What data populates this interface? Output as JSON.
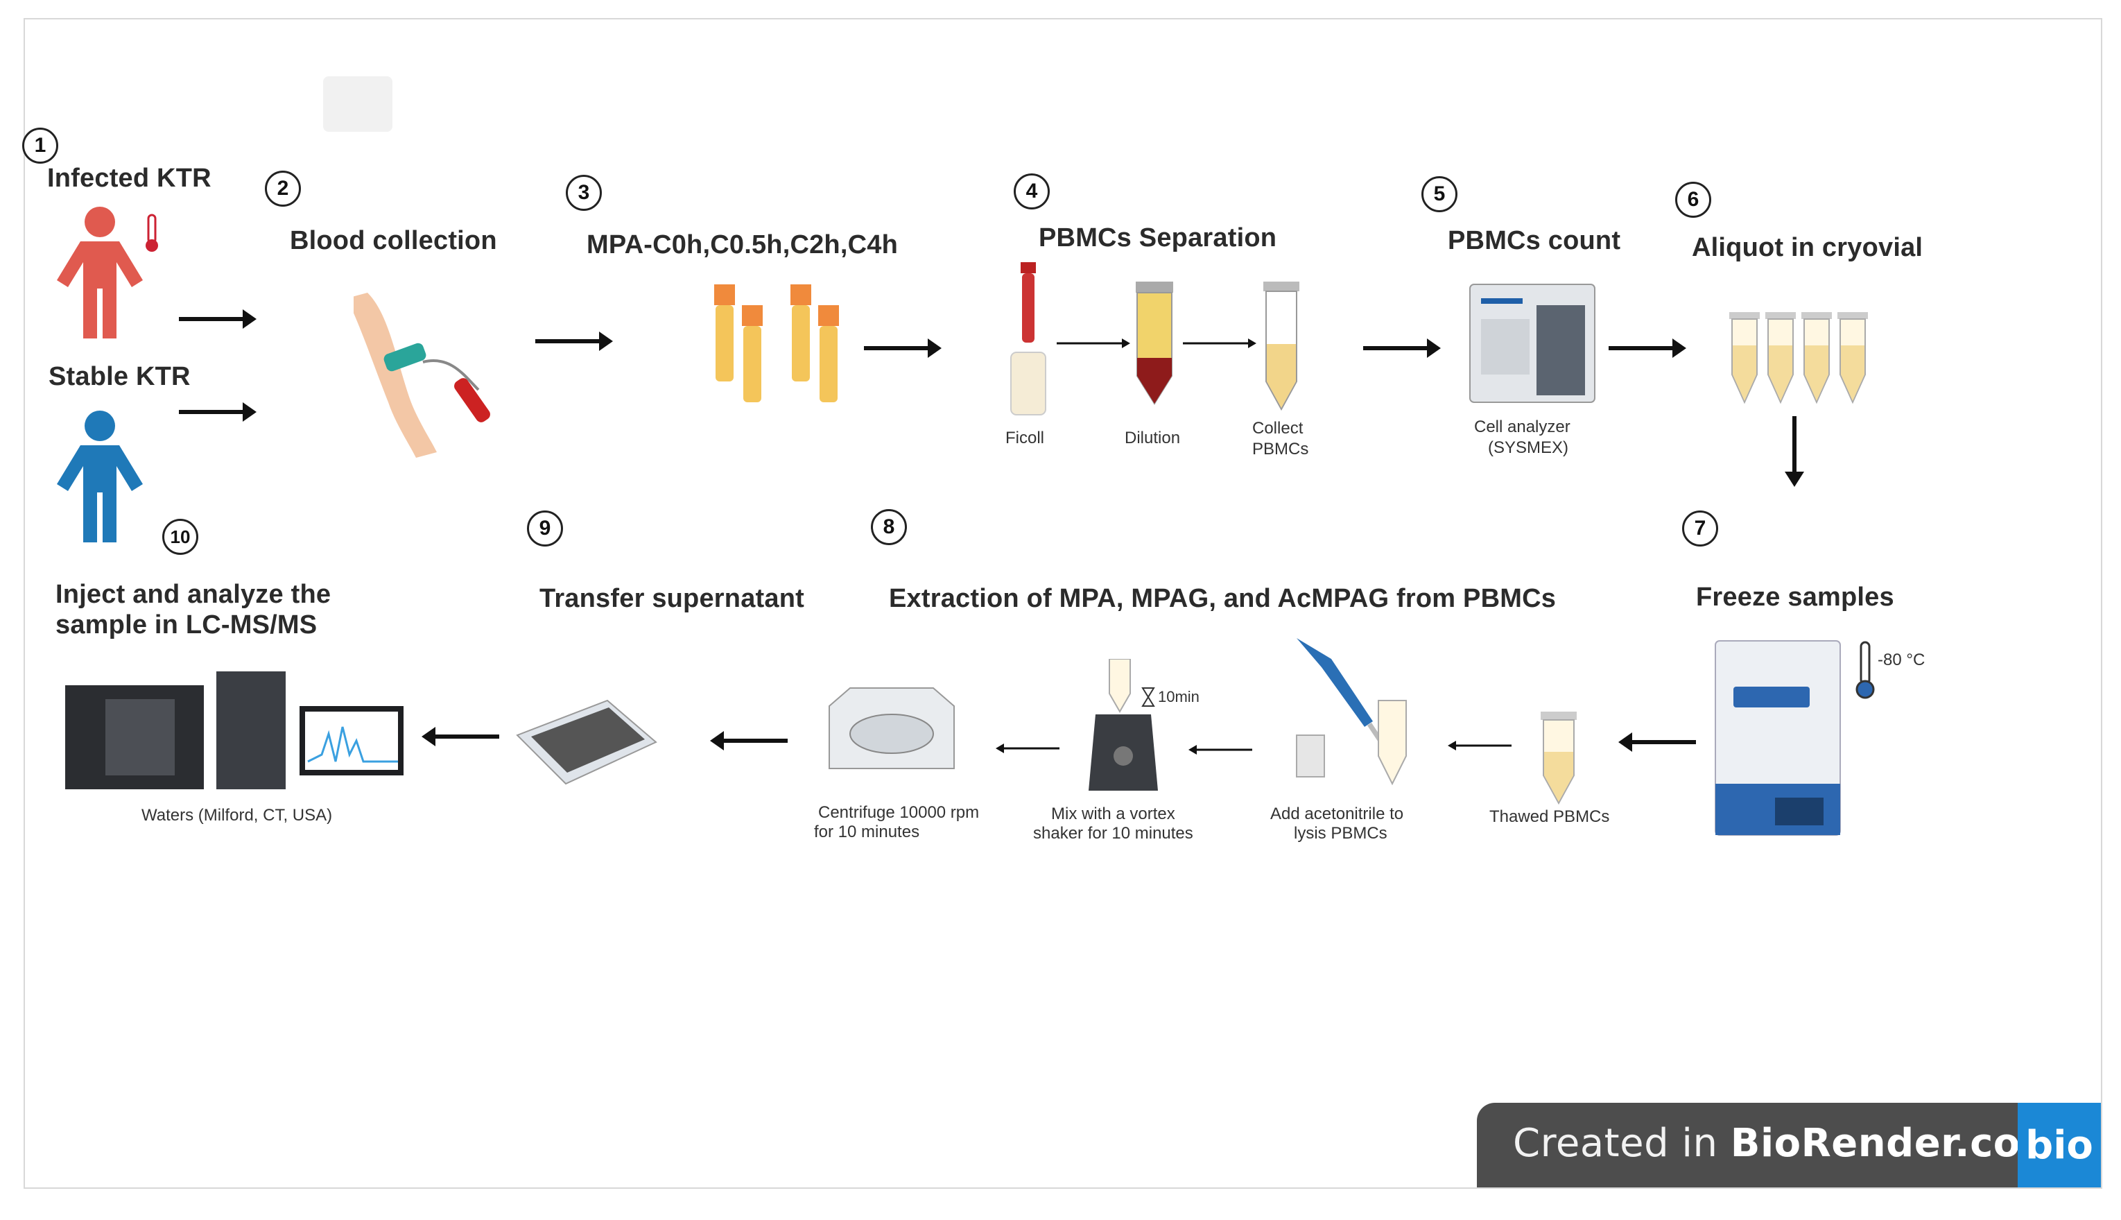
{
  "steps": {
    "s1": {
      "num": "1",
      "title1": "Infected KTR",
      "title2": "Stable KTR"
    },
    "s2": {
      "num": "2",
      "title": "Blood collection"
    },
    "s3": {
      "num": "3",
      "title": "MPA-C0h,C0.5h,C2h,C4h"
    },
    "s4": {
      "num": "4",
      "title": "PBMCs Separation",
      "ficoll": "Ficoll",
      "dilution": "Dilution",
      "collect1": "Collect",
      "collect2": "PBMCs"
    },
    "s5": {
      "num": "5",
      "title": "PBMCs count",
      "label1": "Cell analyzer",
      "label2": "(SYSMEX)"
    },
    "s6": {
      "num": "6",
      "title": "Aliquot in cryovial"
    },
    "s7": {
      "num": "7",
      "title": "Freeze samples",
      "temp": "-80 °C"
    },
    "s8": {
      "num": "8",
      "title": "Extraction of MPA, MPAG, and AcMPAG from PBMCs",
      "thawed": "Thawed PBMCs",
      "acn1": "Add acetonitrile to",
      "acn2": "lysis PBMCs",
      "vortex1": "Mix with a vortex",
      "vortex2": "shaker for 10 minutes",
      "timer": "10min",
      "cent1": "Centrifuge 10000 rpm",
      "cent2": "for 10 minutes"
    },
    "s9": {
      "num": "9",
      "title": "Transfer supernatant"
    },
    "s10": {
      "num": "10",
      "title1": "Inject and analyze the",
      "title2": "sample in LC-MS/MS",
      "label": "Waters (Milford, CT, USA)"
    }
  },
  "banner": {
    "prefix": "Created in ",
    "brand": "BioRender.com",
    "logo": "bio"
  },
  "colors": {
    "infected": "#e05a4f",
    "stable": "#1f79b8",
    "tube_orange": "#f08a3c",
    "tube_yellow": "#f4c55a",
    "banner": "#4d4d4d",
    "logo": "#1b88d6"
  }
}
